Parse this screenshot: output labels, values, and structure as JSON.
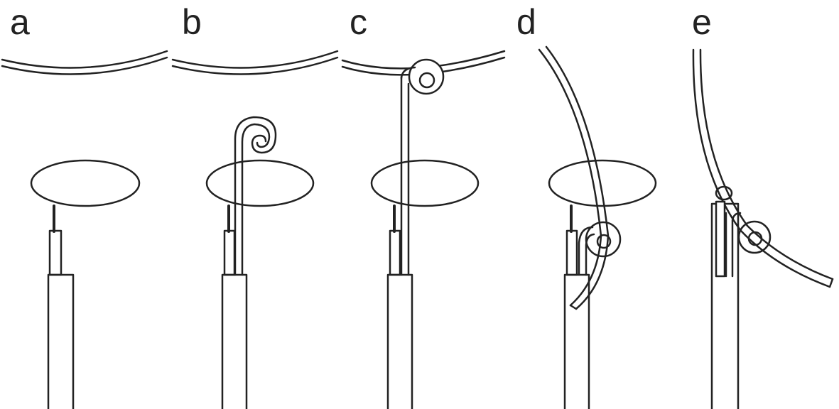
{
  "panels": [
    {
      "label": "a"
    },
    {
      "label": "b"
    },
    {
      "label": "c"
    },
    {
      "label": "d"
    },
    {
      "label": "e"
    }
  ],
  "colors": {
    "stroke": "#222222",
    "fill": "#ffffff"
  }
}
